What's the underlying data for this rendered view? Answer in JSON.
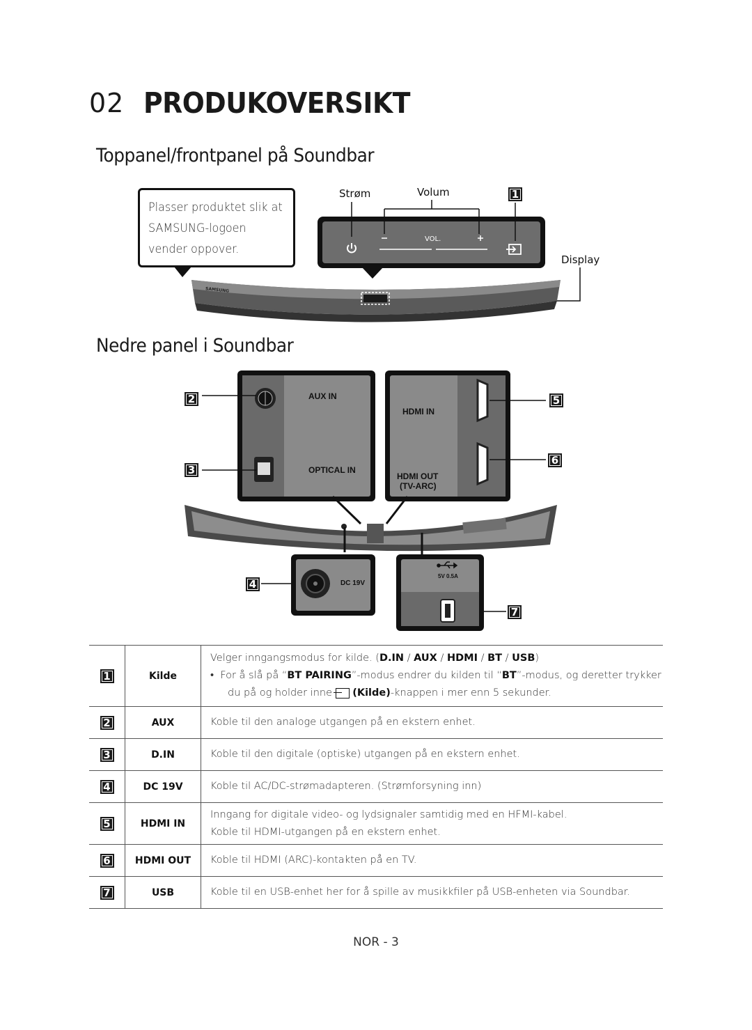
{
  "page": {
    "number": "02",
    "title": "PRODUKOVERSIKT",
    "footer": "NOR - 3"
  },
  "top_section": {
    "heading": "Toppanel/frontpanel på Soundbar",
    "callout_lines": [
      "Plasser produktet slik at",
      "SAMSUNG-logoen",
      "vender oppover."
    ],
    "label_power": "Strøm",
    "label_volume": "Volum",
    "label_display": "Display",
    "panel_vol": "VOL.",
    "badge": "1",
    "brand": "SAMSUNG"
  },
  "bottom_section": {
    "heading": "Nedre panel i Soundbar",
    "port_aux": "AUX IN",
    "port_optical": "OPTICAL IN",
    "port_hdmi_in": "HDMI IN",
    "port_hdmi_out": "HDMI OUT",
    "port_tv_arc": "(TV-ARC)",
    "port_dc": "DC 19V",
    "port_usb": "5V 0.5A",
    "badges": [
      "2",
      "3",
      "4",
      "5",
      "6",
      "7"
    ]
  },
  "table": {
    "rows": [
      {
        "num": "1",
        "name": "Kilde",
        "line1_pre": "Velger inngangsmodus for kilde. (",
        "line1_parts": [
          "D.IN",
          " / ",
          "AUX",
          " / ",
          "HDMI",
          " / ",
          "BT",
          " / ",
          "USB",
          ")"
        ],
        "bullet_pre": "For å slå på “",
        "bullet_b1": "BT PAIRING",
        "bullet_mid": "”-modus endrer du kilden til “",
        "bullet_b2": "BT",
        "bullet_post": "”-modus, og deretter trykker",
        "bullet_line2_pre": "du på og holder inne",
        "bullet_line2_b": "(Kilde)",
        "bullet_line2_post": "-knappen i mer enn 5 sekunder."
      },
      {
        "num": "2",
        "name": "AUX",
        "desc": "Koble til den analoge utgangen på en ekstern enhet."
      },
      {
        "num": "3",
        "name": "D.IN",
        "desc": "Koble til den digitale (optiske) utgangen på en ekstern enhet."
      },
      {
        "num": "4",
        "name": "DC 19V",
        "desc": "Koble til AC/DC-strømadapteren. (Strømforsyning inn)"
      },
      {
        "num": "5",
        "name": "HDMI IN",
        "desc": "Inngang for digitale video- og lydsignaler samtidig med en HFMI-kabel.",
        "desc2": "Koble til HDMI-utgangen på en ekstern enhet."
      },
      {
        "num": "6",
        "name": "HDMI OUT",
        "desc": "Koble til HDMI (ARC)-kontakten på en TV."
      },
      {
        "num": "7",
        "name": "USB",
        "desc": "Koble til en USB-enhet her for å spille av musikkfiler på USB-enheten via Soundbar."
      }
    ]
  }
}
